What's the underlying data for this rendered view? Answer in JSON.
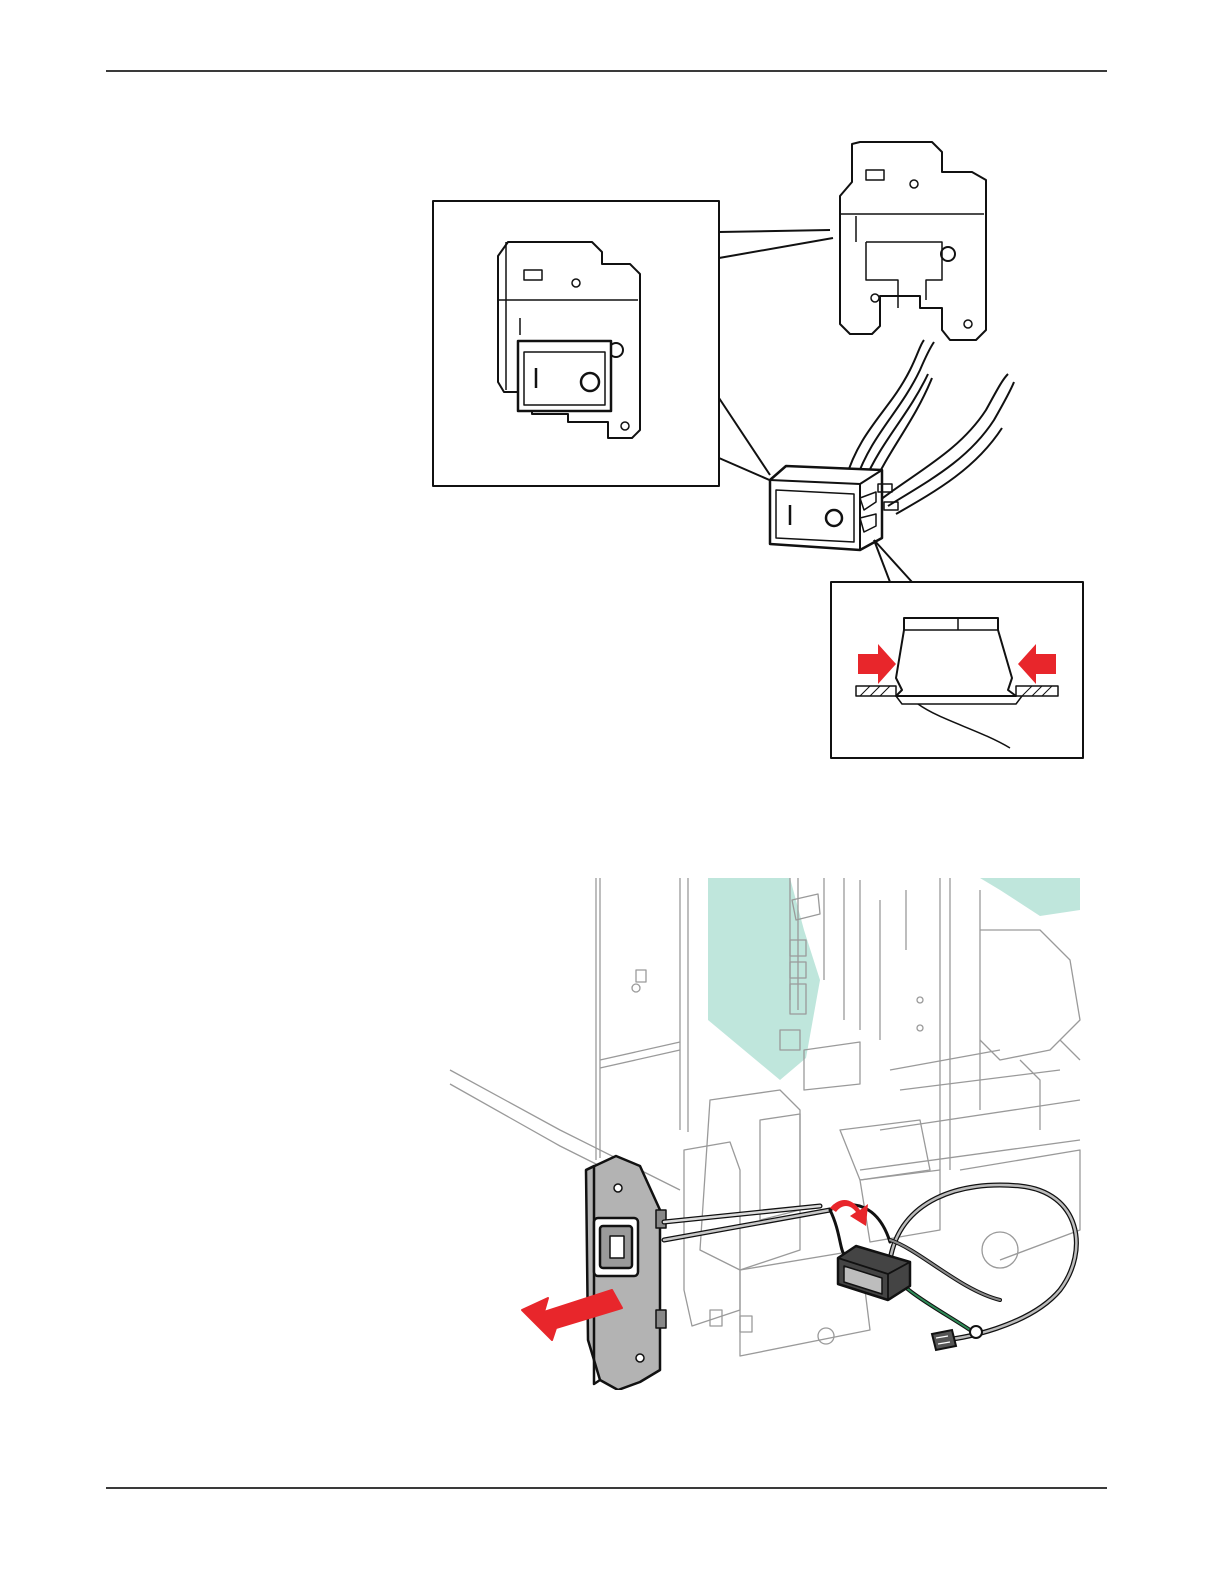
{
  "page": {
    "header_rule": true,
    "footer_rule": true
  },
  "figure_1": {
    "subject": "power-switch-and-bracket",
    "labels": {
      "on_mark": "I",
      "off_mark": "O"
    },
    "accent_color": "#e8262b"
  },
  "figure_2": {
    "subject": "power-inlet-removal",
    "accent_color": "#e8262b",
    "board_color": "#bfe6dc",
    "ground_wire_color": "#2e8b57"
  }
}
